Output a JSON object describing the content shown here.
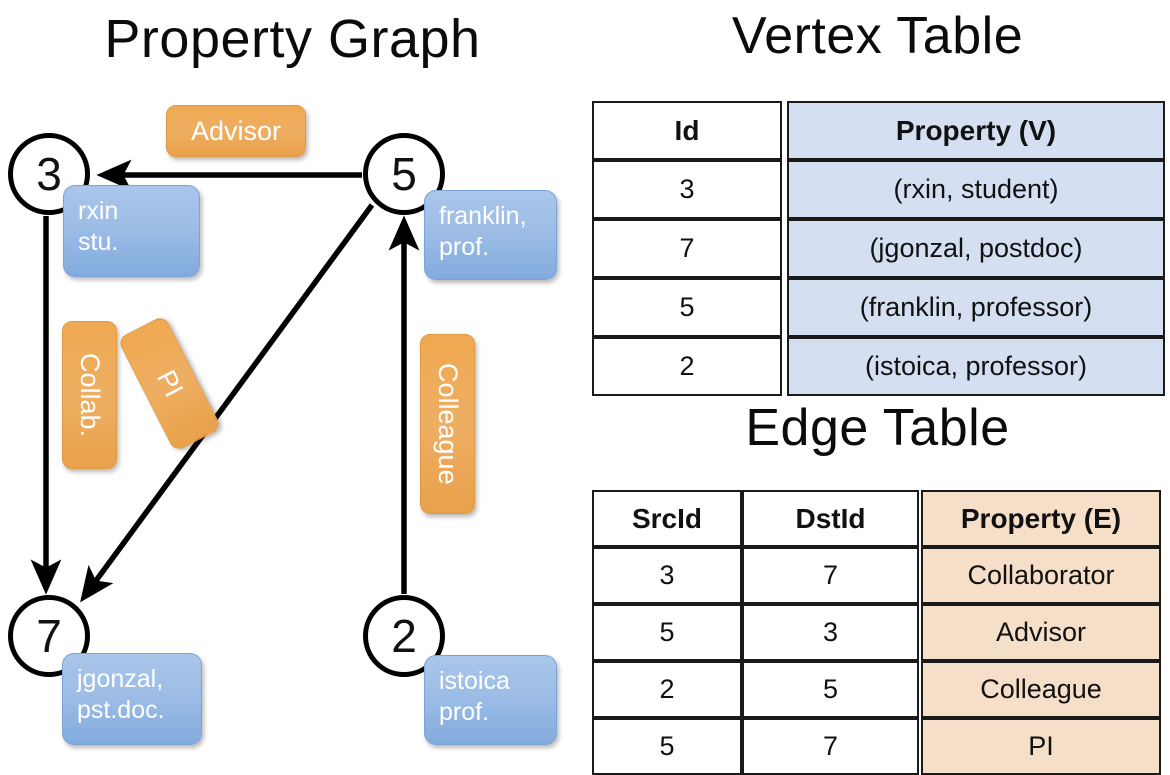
{
  "titles": {
    "property_graph": "Property Graph",
    "vertex_table": "Vertex Table",
    "edge_table": "Edge Table"
  },
  "graph": {
    "nodes": [
      {
        "id": "3",
        "property": "rxin\nstu."
      },
      {
        "id": "5",
        "property": "franklin,\nprof."
      },
      {
        "id": "7",
        "property": "jgonzal,\npst.doc."
      },
      {
        "id": "2",
        "property": "istoica\nprof."
      }
    ],
    "node_labels": {
      "n3": "3",
      "n5": "5",
      "n7": "7",
      "n2": "2"
    },
    "property_boxes": {
      "rxin_line1": "rxin",
      "rxin_line2": "stu.",
      "franklin_line1": "franklin,",
      "franklin_line2": "prof.",
      "jgonzal_line1": "jgonzal,",
      "jgonzal_line2": "pst.doc.",
      "istoica_line1": "istoica",
      "istoica_line2": "prof."
    },
    "edge_labels": {
      "advisor": "Advisor",
      "collab": "Collab.",
      "pi": "PI",
      "colleague": "Colleague"
    },
    "edges": [
      {
        "from": "5",
        "to": "3",
        "label": "Advisor"
      },
      {
        "from": "3",
        "to": "7",
        "label": "Collab."
      },
      {
        "from": "5",
        "to": "7",
        "label": "PI"
      },
      {
        "from": "2",
        "to": "5",
        "label": "Colleague"
      }
    ]
  },
  "vertex_table": {
    "headers": [
      "Id",
      "Property (V)"
    ],
    "rows": [
      {
        "id": "3",
        "property": "(rxin, student)"
      },
      {
        "id": "7",
        "property": "(jgonzal, postdoc)"
      },
      {
        "id": "5",
        "property": "(franklin, professor)"
      },
      {
        "id": "2",
        "property": "(istoica, professor)"
      }
    ]
  },
  "edge_table": {
    "headers": [
      "SrcId",
      "DstId",
      "Property (E)"
    ],
    "rows": [
      {
        "src": "3",
        "dst": "7",
        "property": "Collaborator"
      },
      {
        "src": "5",
        "dst": "3",
        "property": "Advisor"
      },
      {
        "src": "2",
        "dst": "5",
        "property": "Colleague"
      },
      {
        "src": "5",
        "dst": "7",
        "property": "PI"
      }
    ]
  },
  "colors": {
    "vertex_property_fill": "#d4e0f2",
    "edge_property_fill": "#f5dfc8",
    "node_box_blue": "#9dbde6",
    "edge_label_orange": "#eeae62",
    "stroke": "#000000"
  }
}
